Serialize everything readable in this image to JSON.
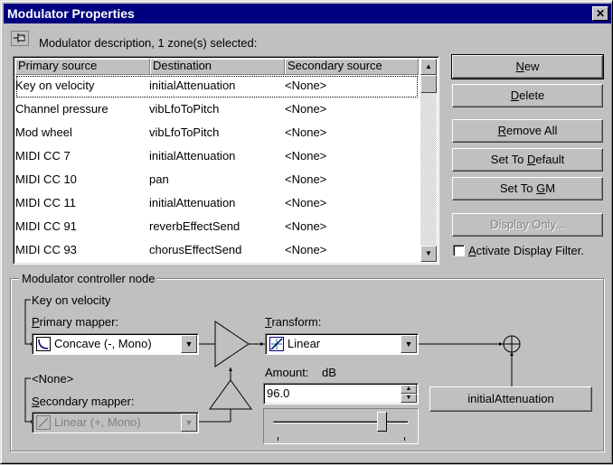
{
  "window": {
    "title": "Modulator Properties",
    "close_label": "✕"
  },
  "description_label": "Modulator description, 1 zone(s) selected:",
  "list": {
    "columns": [
      "Primary source",
      "Destination",
      "Secondary source"
    ],
    "rows": [
      [
        "Key on velocity",
        "initialAttenuation",
        "<None>"
      ],
      [
        "Channel pressure",
        "vibLfoToPitch",
        "<None>"
      ],
      [
        "Mod wheel",
        "vibLfoToPitch",
        "<None>"
      ],
      [
        "MIDI CC 7",
        "initialAttenuation",
        "<None>"
      ],
      [
        "MIDI CC 10",
        "pan",
        "<None>"
      ],
      [
        "MIDI CC 11",
        "initialAttenuation",
        "<None>"
      ],
      [
        "MIDI CC 91",
        "reverbEffectSend",
        "<None>"
      ],
      [
        "MIDI CC 93",
        "chorusEffectSend",
        "<None>"
      ]
    ],
    "selected_index": 0
  },
  "buttons": {
    "new": {
      "pre": "",
      "key": "N",
      "post": "ew"
    },
    "delete": {
      "pre": "",
      "key": "D",
      "post": "elete"
    },
    "remove_all": {
      "pre": "",
      "key": "R",
      "post": "emove All"
    },
    "set_default": {
      "pre": "Set To ",
      "key": "D",
      "post": "efault"
    },
    "set_gm": {
      "pre": "Set To ",
      "key": "G",
      "post": "M"
    },
    "display_only": "Display Only..."
  },
  "filter": {
    "pre": "",
    "key": "A",
    "post": "ctivate Display Filter.",
    "checked": false
  },
  "node": {
    "group_label": "Modulator controller node",
    "primary_source": "Key on velocity",
    "primary_mapper_label": {
      "pre": "",
      "key": "P",
      "post": "rimary mapper:"
    },
    "primary_mapper_value": "Concave (-, Mono)",
    "secondary_source": "<None>",
    "secondary_mapper_label": {
      "pre": "",
      "key": "S",
      "post": "econdary mapper:"
    },
    "secondary_mapper_value": "Linear (+, Mono)",
    "transform_label": {
      "pre": "",
      "key": "T",
      "post": "ransform:"
    },
    "transform_value": "Linear",
    "amount_label": "Amount:",
    "amount_unit": "dB",
    "amount_value": "96.0",
    "destination": "initialAttenuation",
    "slider_level": 0.8
  }
}
